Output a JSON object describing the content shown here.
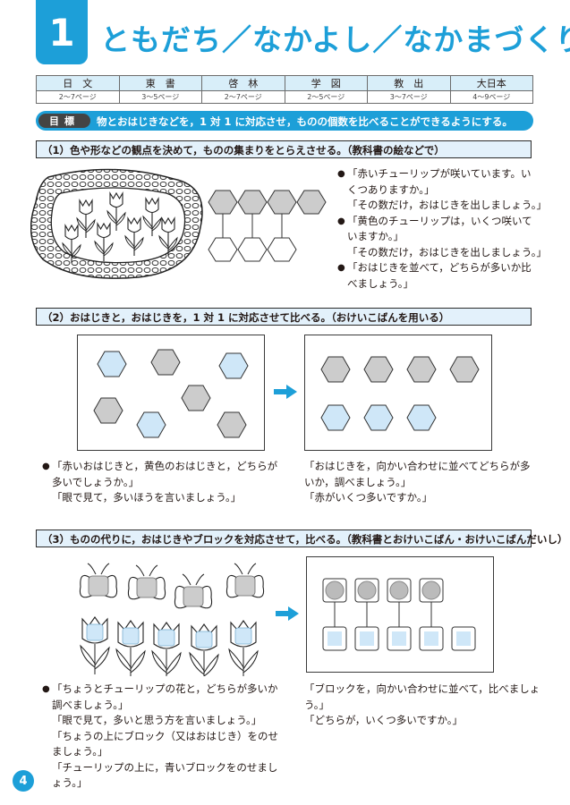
{
  "unit": {
    "number": "1",
    "title": "ともだち／なかよし／なかまづくり"
  },
  "publishers": {
    "names": [
      "日　文",
      "東　書",
      "啓　林",
      "学　図",
      "教　出",
      "大日本"
    ],
    "pages": [
      "2〜7ページ",
      "3〜5ページ",
      "2〜7ページ",
      "2〜5ページ",
      "3〜7ページ",
      "4〜9ページ"
    ]
  },
  "goal": {
    "tag": "目標",
    "text": "物とおはじきなどを，1 対 1 に対応させ，ものの個数を比べることができるようにする。"
  },
  "sections": [
    {
      "heading": "（1）色や形などの観点を決めて，ものの集まりをとらえさせる。（教科書の絵などで）",
      "lines": [
        {
          "bullet": true,
          "text": "「赤いチューリップが咲いています。い"
        },
        {
          "bullet": false,
          "text": "くつありますか。」"
        },
        {
          "bullet": false,
          "text": "「その数だけ，おはじきを出しましょう。」"
        },
        {
          "bullet": true,
          "text": "「黄色のチューリップは，いくつ咲いて"
        },
        {
          "bullet": false,
          "text": "いますか。」"
        },
        {
          "bullet": false,
          "text": "「その数だけ，おはじきを出しましょう。」"
        },
        {
          "bullet": true,
          "text": "「おはじきを並べて，どちらが多いか比"
        },
        {
          "bullet": false,
          "text": "べましょう。」"
        }
      ]
    },
    {
      "heading": "（2）おはじきと，おはじきを，1 対 1 に対応させて比べる。（おけいこばんを用いる）",
      "left_lines": [
        {
          "bullet": true,
          "text": "「赤いおはじきと，黄色のおはじきと，どちらが"
        },
        {
          "bullet": false,
          "text": "多いでしょうか。」"
        },
        {
          "bullet": false,
          "text": "「眼で見て，多いほうを言いましょう。」"
        }
      ],
      "right_lines": [
        {
          "bullet": false,
          "text": "「おはじきを，向かい合わせに並べてどちらが多"
        },
        {
          "bullet": false,
          "text": "いか，調べましょう。」"
        },
        {
          "bullet": false,
          "text": "「赤がいくつ多いですか。」"
        }
      ]
    },
    {
      "heading": "（3）ものの代りに，おはじきやブロックを対応させて，比べる。（教科書とおけいこばん・おけいこばんだいし）",
      "left_lines": [
        {
          "bullet": true,
          "text": "「ちょうとチューリップの花と，どちらが多いか"
        },
        {
          "bullet": false,
          "text": "調べましょう。」"
        },
        {
          "bullet": false,
          "text": "「眼で見て，多いと思う方を言いましょう。」"
        },
        {
          "bullet": false,
          "text": "「ちょうの上にブロック（又はおはじき）をのせ"
        },
        {
          "bullet": false,
          "text": "ましょう。」"
        },
        {
          "bullet": false,
          "text": "「チューリップの上に，青いブロックをのせまし"
        },
        {
          "bullet": false,
          "text": "ょう。」"
        }
      ],
      "right_lines": [
        {
          "bullet": false,
          "text": "「ブロックを，向かい合わせに並べて，比べましょ"
        },
        {
          "bullet": false,
          "text": "う。」"
        },
        {
          "bullet": false,
          "text": "「どちらが，いくつ多いですか。」"
        }
      ]
    }
  ],
  "page_number": "4",
  "colors": {
    "accent": "#1d9fd8",
    "light_blue": "#cfe7f8",
    "gray": "#cccccc",
    "section_bg": "#e3f1fb"
  },
  "icons": [
    "arrow-right-icon",
    "tulip-icon",
    "butterfly-icon",
    "hexagon-counter-icon",
    "block-icon"
  ]
}
